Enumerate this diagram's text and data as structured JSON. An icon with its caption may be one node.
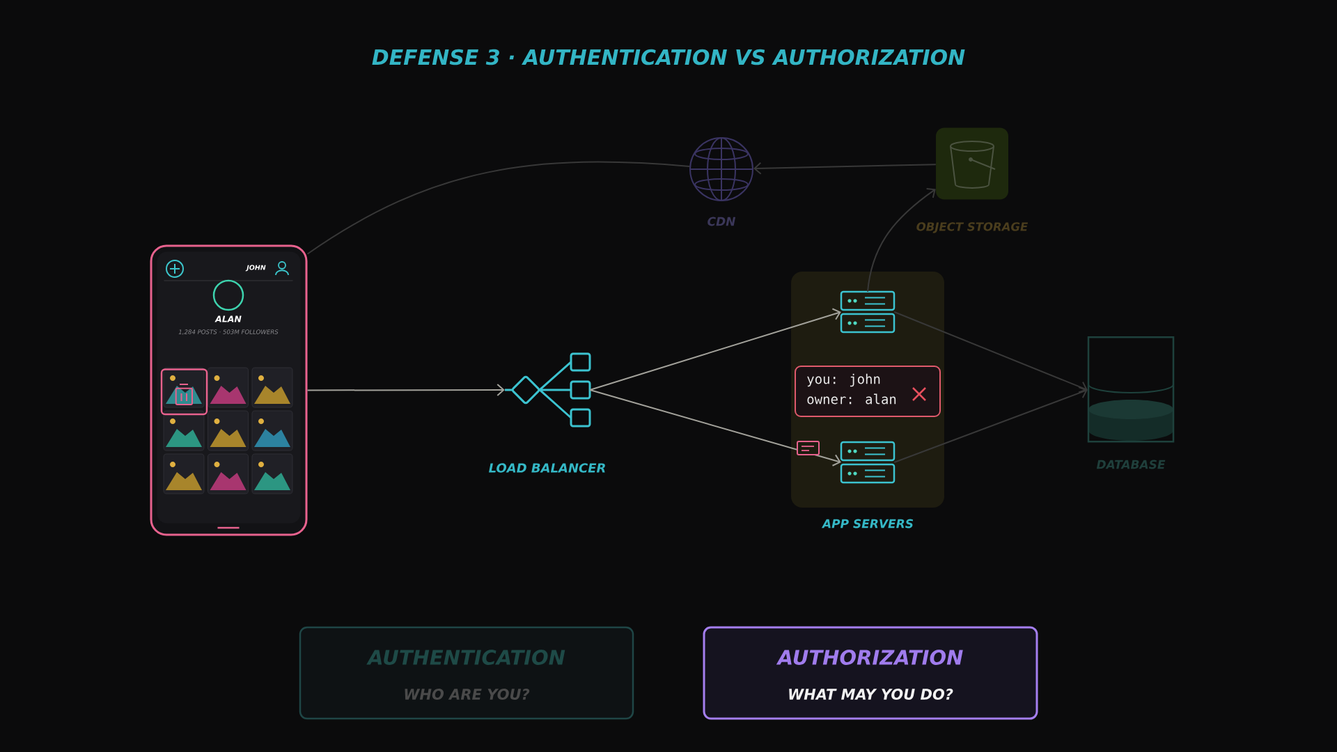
{
  "diagram": {
    "title": "DEFENSE 3 · AUTHENTICATION VS AUTHORIZATION",
    "nodes": [
      {
        "text": [
          "CDN"
        ]
      },
      {
        "text": [
          "OBJECT STORAGE"
        ]
      },
      {
        "text": [
          "JOHN",
          "ALAN",
          "1,284 POSTS · 503M FOLLOWERS"
        ]
      },
      {
        "text": [
          "LOAD BALANCER"
        ]
      },
      {
        "text": [
          "APP SERVERS"
        ]
      },
      {
        "text": [],
        "shape": "server",
        "in": 4
      },
      {
        "text": [
          "you: john",
          "owner: alan"
        ],
        "in": 4
      },
      {
        "text": [],
        "shape": "server",
        "in": 4
      },
      {
        "text": [
          "DATABASE"
        ]
      },
      {
        "text": [
          "AUTHENTICATION",
          "WHO ARE YOU?"
        ]
      },
      {
        "text": [
          "AUTHORIZATION",
          "WHAT MAY YOU DO?"
        ]
      }
    ],
    "edges": [
      {
        "from": 2,
        "to": 0,
        "arrow": "none"
      },
      {
        "from": 1,
        "to": 0,
        "arrow": "to"
      },
      {
        "from": 5,
        "to": 1,
        "arrow": "to"
      },
      {
        "from": 2,
        "to": 3,
        "arrow": "to",
        "color": "#a3a29b"
      },
      {
        "from": 3,
        "to": 5,
        "arrow": "to",
        "color": "#a3a29b"
      },
      {
        "from": 3,
        "to": 7,
        "arrow": "to",
        "color": "#a3a29b"
      },
      {
        "from": 5,
        "to": 8,
        "arrow": "to"
      },
      {
        "from": 7,
        "to": 8,
        "arrow": "to"
      }
    ]
  }
}
